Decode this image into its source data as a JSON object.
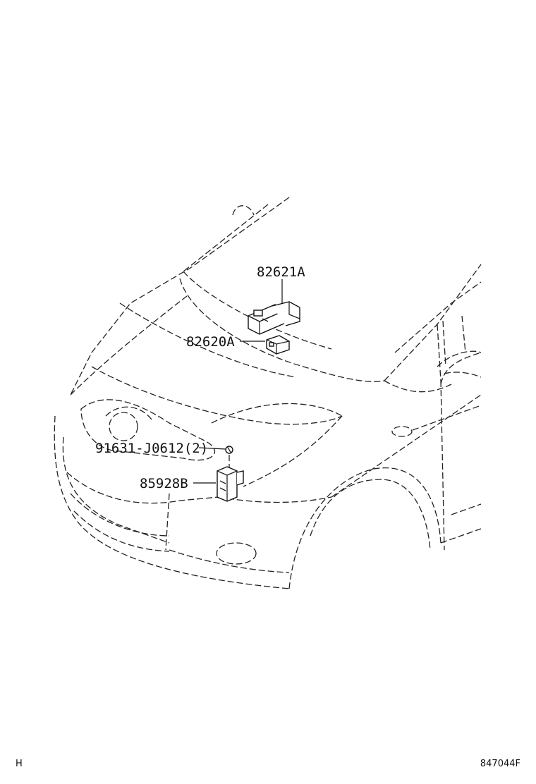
{
  "parts": {
    "relay_upper": "82621A",
    "relay_bracket": "82620A",
    "bolt": "91631-J0612(2)",
    "module": "85928B"
  },
  "footer": {
    "left_code": "H",
    "right_code": "847044F"
  }
}
